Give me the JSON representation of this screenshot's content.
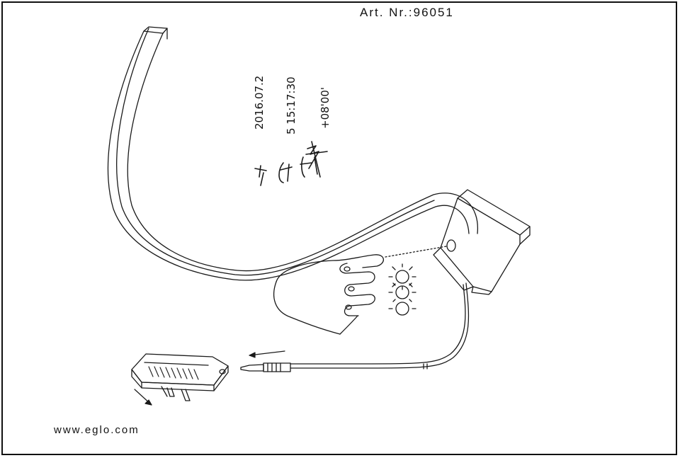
{
  "header": {
    "article_number": "Art. Nr.:96051"
  },
  "footer": {
    "website": "www.eglo.com"
  },
  "signature_stamp": {
    "date": "2016.07.2",
    "time": "5 15:17:30",
    "timezone": "+08'00'"
  },
  "colors": {
    "line": "#1a1a1a",
    "background": "#ffffff"
  },
  "icons": [
    "light-level-high-icon",
    "light-level-mid-icon",
    "light-level-low-icon",
    "arrow-icon"
  ]
}
